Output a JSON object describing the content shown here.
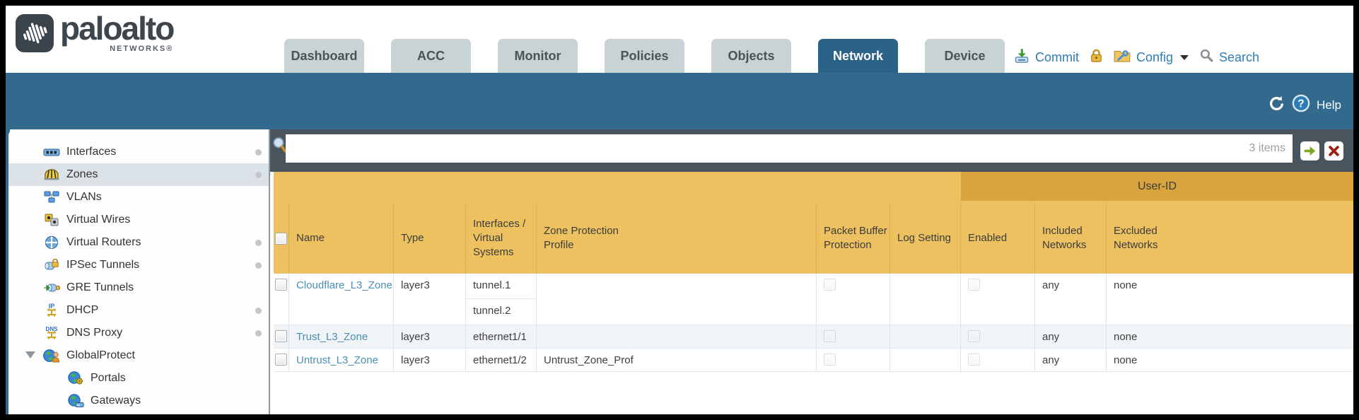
{
  "brand": {
    "logo": "paloalto",
    "sub": "NETWORKS®"
  },
  "tabs": [
    {
      "label": "Dashboard",
      "active": false
    },
    {
      "label": "ACC",
      "active": false
    },
    {
      "label": "Monitor",
      "active": false
    },
    {
      "label": "Policies",
      "active": false
    },
    {
      "label": "Objects",
      "active": false
    },
    {
      "label": "Network",
      "active": true
    },
    {
      "label": "Device",
      "active": false
    }
  ],
  "header_actions": {
    "commit": "Commit",
    "config": "Config",
    "search": "Search"
  },
  "band": {
    "help": "Help"
  },
  "toolbar": {
    "filter_value": "",
    "filter_placeholder": "",
    "items_count": "3 items"
  },
  "sidebar": [
    {
      "label": "Interfaces",
      "icon": "interfaces-icon",
      "dot": true,
      "selected": false,
      "child": false,
      "expander": false
    },
    {
      "label": "Zones",
      "icon": "zones-icon",
      "dot": true,
      "selected": true,
      "child": false,
      "expander": false
    },
    {
      "label": "VLANs",
      "icon": "vlans-icon",
      "dot": false,
      "selected": false,
      "child": false,
      "expander": false
    },
    {
      "label": "Virtual Wires",
      "icon": "virtual-wires-icon",
      "dot": false,
      "selected": false,
      "child": false,
      "expander": false
    },
    {
      "label": "Virtual Routers",
      "icon": "virtual-routers-icon",
      "dot": true,
      "selected": false,
      "child": false,
      "expander": false
    },
    {
      "label": "IPSec Tunnels",
      "icon": "ipsec-tunnels-icon",
      "dot": true,
      "selected": false,
      "child": false,
      "expander": false
    },
    {
      "label": "GRE Tunnels",
      "icon": "gre-tunnels-icon",
      "dot": false,
      "selected": false,
      "child": false,
      "expander": false
    },
    {
      "label": "DHCP",
      "icon": "dhcp-icon",
      "dot": true,
      "selected": false,
      "child": false,
      "expander": false
    },
    {
      "label": "DNS Proxy",
      "icon": "dns-proxy-icon",
      "dot": true,
      "selected": false,
      "child": false,
      "expander": false
    },
    {
      "label": "GlobalProtect",
      "icon": "globalprotect-icon",
      "dot": false,
      "selected": false,
      "child": false,
      "expander": true
    },
    {
      "label": "Portals",
      "icon": "portals-icon",
      "dot": false,
      "selected": false,
      "child": true,
      "expander": false
    },
    {
      "label": "Gateways",
      "icon": "gateways-icon",
      "dot": false,
      "selected": false,
      "child": true,
      "expander": false
    }
  ],
  "table": {
    "group_label": "User-ID",
    "columns": [
      "Name",
      "Type",
      "Interfaces / Virtual Systems",
      "Zone Protection Profile",
      "Packet Buffer Protection",
      "Log Setting",
      "Enabled",
      "Included Networks",
      "Excluded Networks"
    ],
    "rows": [
      {
        "name": "Cloudflare_L3_Zone",
        "type": "layer3",
        "interfaces": [
          "tunnel.1",
          "tunnel.2"
        ],
        "zone_protection_profile": "",
        "packet_buffer_protection": false,
        "log_setting": "",
        "enabled": false,
        "included_networks": "any",
        "excluded_networks": "none"
      },
      {
        "name": "Trust_L3_Zone",
        "type": "layer3",
        "interfaces": [
          "ethernet1/1"
        ],
        "zone_protection_profile": "",
        "packet_buffer_protection": false,
        "log_setting": "",
        "enabled": false,
        "included_networks": "any",
        "excluded_networks": "none"
      },
      {
        "name": "Untrust_L3_Zone",
        "type": "layer3",
        "interfaces": [
          "ethernet1/2"
        ],
        "zone_protection_profile": "Untrust_Zone_Prof",
        "packet_buffer_protection": false,
        "log_setting": "",
        "enabled": false,
        "included_networks": "any",
        "excluded_networks": "none"
      }
    ]
  },
  "colors": {
    "teal_band": "#32698d",
    "active_tab": "#2b6288",
    "header_gold": "#edc160",
    "user_id_band": "#d9a43e",
    "toolbar_slate": "#49545c",
    "link_blue": "#4a8fb4"
  }
}
